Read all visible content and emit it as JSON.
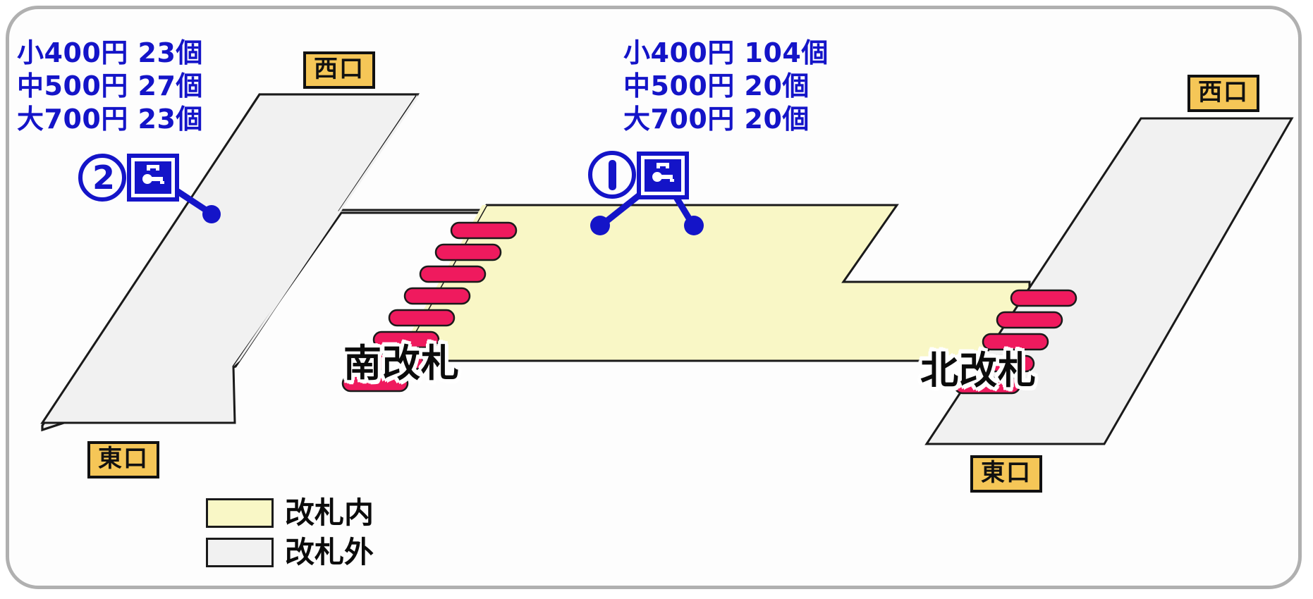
{
  "map": {
    "title_alt": "coin-locker station floor map",
    "colors": {
      "inside_fill": "#f9f7c6",
      "outside_fill": "#f1f1f1",
      "outline": "#1a1a1a",
      "gate_bar": "#ef1a5e",
      "marker_blue": "#1414c8",
      "exit_badge_bg": "#f5c657",
      "frame_border": "#b0b0b0"
    }
  },
  "lockers": [
    {
      "id": "locker-2",
      "marker": "②",
      "icon": "coin-locker-icon",
      "lines": [
        "小400円 23個",
        "中500円 27個",
        "大700円 23個"
      ],
      "sizes": [
        {
          "label": "小",
          "price": "400円",
          "count": "23個"
        },
        {
          "label": "中",
          "price": "500円",
          "count": "27個"
        },
        {
          "label": "大",
          "price": "700円",
          "count": "23個"
        }
      ]
    },
    {
      "id": "locker-1",
      "marker": "①",
      "icon": "coin-locker-icon",
      "lines": [
        "小400円 104個",
        "中500円 20個",
        "大700円 20個"
      ],
      "sizes": [
        {
          "label": "小",
          "price": "400円",
          "count": "104個"
        },
        {
          "label": "中",
          "price": "500円",
          "count": "20個"
        },
        {
          "label": "大",
          "price": "700円",
          "count": "20個"
        }
      ]
    }
  ],
  "exits": [
    {
      "id": "exit-west-left",
      "label": "西口"
    },
    {
      "id": "exit-east-left",
      "label": "東口"
    },
    {
      "id": "exit-west-right",
      "label": "西口"
    },
    {
      "id": "exit-east-right",
      "label": "東口"
    }
  ],
  "gates": [
    {
      "id": "gate-south",
      "label": "南改札",
      "bar_count": 8
    },
    {
      "id": "gate-north",
      "label": "北改札",
      "bar_count": 5
    }
  ],
  "legend": [
    {
      "id": "legend-inside",
      "label": "改札内",
      "swatch": "inside"
    },
    {
      "id": "legend-outside",
      "label": "改札外",
      "swatch": "outside"
    }
  ]
}
